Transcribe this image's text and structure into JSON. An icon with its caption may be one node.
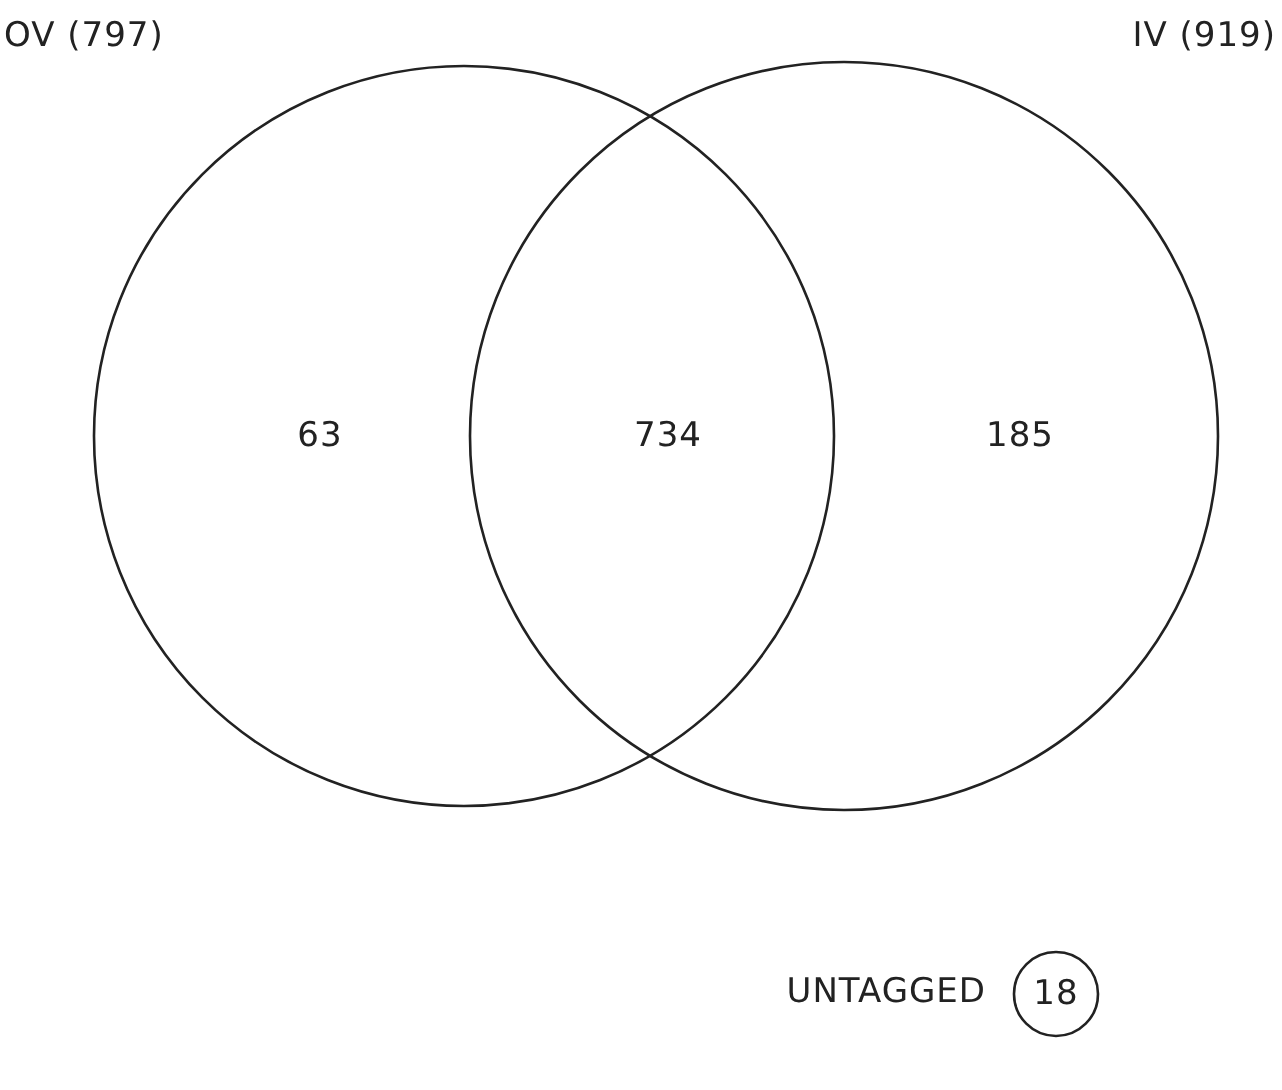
{
  "diagram": {
    "nodes": [
      {
        "text": [
          "OV (797)",
          "63"
        ]
      },
      {
        "text": [
          "IV (919)",
          "185"
        ]
      },
      {
        "text": [
          "18"
        ],
        "beside": [
          "UNTAGGED"
        ]
      }
    ],
    "labels": [
      "734"
    ]
  }
}
